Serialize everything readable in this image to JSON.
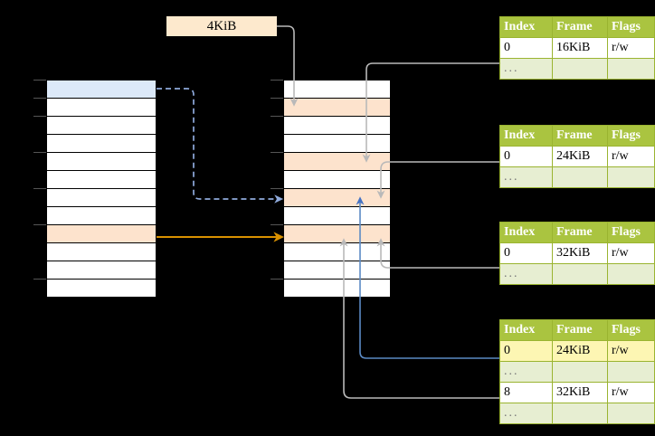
{
  "diagram": {
    "title_label": "4KiB",
    "left_column": {
      "name": "page-directory-column",
      "rows": [
        {
          "fill": "blue"
        },
        {
          "fill": "white"
        },
        {
          "fill": "white"
        },
        {
          "fill": "white"
        },
        {
          "fill": "white"
        },
        {
          "fill": "white"
        },
        {
          "fill": "white"
        },
        {
          "fill": "white"
        },
        {
          "fill": "peach"
        },
        {
          "fill": "white"
        },
        {
          "fill": "white"
        },
        {
          "fill": "white"
        }
      ]
    },
    "middle_column": {
      "name": "page-table-column",
      "rows": [
        {
          "fill": "white"
        },
        {
          "fill": "peach"
        },
        {
          "fill": "white"
        },
        {
          "fill": "white"
        },
        {
          "fill": "peach"
        },
        {
          "fill": "white"
        },
        {
          "fill": "peach"
        },
        {
          "fill": "white"
        },
        {
          "fill": "peach"
        },
        {
          "fill": "white"
        },
        {
          "fill": "white"
        },
        {
          "fill": "white"
        }
      ]
    },
    "tables": [
      {
        "name": "descriptor-table-1",
        "headers": [
          "Index",
          "Frame",
          "Flags"
        ],
        "rows": [
          {
            "cells": [
              "0",
              "16KiB",
              "r/w"
            ],
            "style": "normal",
            "highlight": []
          },
          {
            "cells": [
              "...",
              "",
              ""
            ],
            "style": "ellipsis",
            "highlight": []
          }
        ]
      },
      {
        "name": "descriptor-table-2",
        "headers": [
          "Index",
          "Frame",
          "Flags"
        ],
        "rows": [
          {
            "cells": [
              "0",
              "24KiB",
              "r/w"
            ],
            "style": "normal",
            "highlight": []
          },
          {
            "cells": [
              "...",
              "",
              ""
            ],
            "style": "ellipsis",
            "highlight": []
          }
        ]
      },
      {
        "name": "descriptor-table-3",
        "headers": [
          "Index",
          "Frame",
          "Flags"
        ],
        "rows": [
          {
            "cells": [
              "0",
              "32KiB",
              "r/w"
            ],
            "style": "normal",
            "highlight": []
          },
          {
            "cells": [
              "...",
              "",
              ""
            ],
            "style": "ellipsis",
            "highlight": []
          }
        ]
      },
      {
        "name": "descriptor-table-4",
        "headers": [
          "Index",
          "Frame",
          "Flags"
        ],
        "rows": [
          {
            "cells": [
              "0",
              "24KiB",
              "r/w"
            ],
            "style": "normal",
            "highlight": [
              0,
              1,
              2
            ]
          },
          {
            "cells": [
              "...",
              "",
              ""
            ],
            "style": "ellipsis",
            "highlight": []
          },
          {
            "cells": [
              "8",
              "32KiB",
              "r/w"
            ],
            "style": "normal",
            "highlight": []
          },
          {
            "cells": [
              "...",
              "",
              ""
            ],
            "style": "ellipsis",
            "highlight": []
          }
        ]
      }
    ],
    "colors": {
      "header_green": "#aac440",
      "ellipsis_green": "#e7eed2",
      "highlight_yellow": "#fdf6b3",
      "peach": "#fde3cd",
      "blue_row": "#dce9f9",
      "blue_arrow": "#4472c4",
      "orange_arrow": "#d99100",
      "gray_arrow": "#b0b0b0",
      "label_bg": "#fde9cd"
    }
  }
}
